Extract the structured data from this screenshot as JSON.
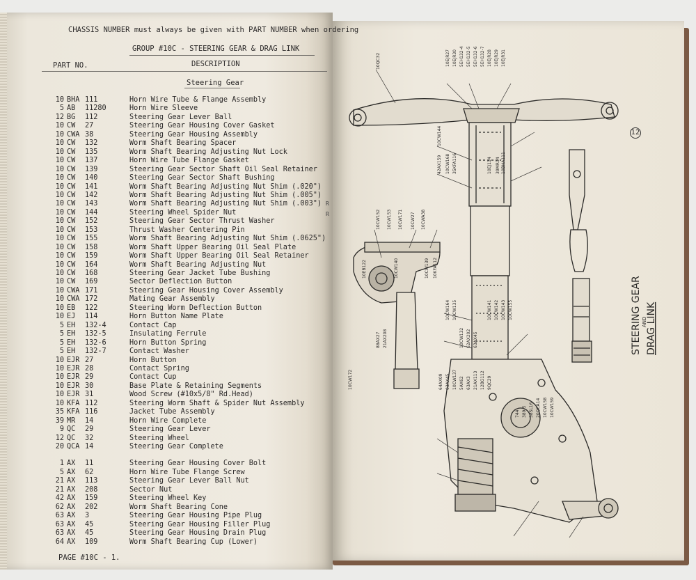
{
  "header_line1": "CHASSIS NUMBER must always be given with PART NUMBER when ordering",
  "header_line2": "GROUP #10C - STEERING GEAR & DRAG LINK",
  "col_part": "PART NO.",
  "col_desc": "DESCRIPTION",
  "section": "Steering Gear",
  "footer": "PAGE #10C - 1.",
  "rows": [
    {
      "group": "10",
      "prefix": "BHA",
      "num": "111",
      "desc": "Horn Wire Tube & Flange Assembly"
    },
    {
      "group": "5",
      "prefix": "AB",
      "num": "11280",
      "desc": "Horn Wire Sleeve"
    },
    {
      "group": "12",
      "prefix": "BG",
      "num": "112",
      "desc": "Steering Gear Lever Ball"
    },
    {
      "group": "10",
      "prefix": "CW",
      "num": "27",
      "desc": "Steering Gear Housing Cover Gasket"
    },
    {
      "group": "10",
      "prefix": "CWA",
      "num": "38",
      "desc": "Steering Gear Housing Assembly"
    },
    {
      "group": "10",
      "prefix": "CW",
      "num": "132",
      "desc": "Worm Shaft Bearing Spacer"
    },
    {
      "group": "10",
      "prefix": "CW",
      "num": "135",
      "desc": "Worm Shaft Bearing Adjusting Nut Lock"
    },
    {
      "group": "10",
      "prefix": "CW",
      "num": "137",
      "desc": "Horn Wire Tube Flange Gasket"
    },
    {
      "group": "10",
      "prefix": "CW",
      "num": "139",
      "desc": "Steering Gear Sector Shaft Oil Seal Retainer"
    },
    {
      "group": "10",
      "prefix": "CW",
      "num": "140",
      "desc": "Steering Gear Sector Shaft Bushing"
    },
    {
      "group": "10",
      "prefix": "CW",
      "num": "141",
      "desc": "Worm Shaft Bearing Adjusting Nut Shim (.020\")"
    },
    {
      "group": "10",
      "prefix": "CW",
      "num": "142",
      "desc": "Worm Shaft Bearing Adjusting Nut Shim (.005\")"
    },
    {
      "group": "10",
      "prefix": "CW",
      "num": "143",
      "desc": "Worm Shaft Bearing Adjusting Nut Shim (.003\")"
    },
    {
      "group": "10",
      "prefix": "CW",
      "num": "144",
      "desc": "Steering Wheel Spider Nut"
    },
    {
      "group": "10",
      "prefix": "CW",
      "num": "152",
      "desc": "Steering Gear Sector Thrust Washer"
    },
    {
      "group": "10",
      "prefix": "CW",
      "num": "153",
      "desc": "Thrust Washer Centering Pin"
    },
    {
      "group": "10",
      "prefix": "CW",
      "num": "155",
      "desc": "Worm Shaft Bearing Adjusting Nut Shim (.0625\")"
    },
    {
      "group": "10",
      "prefix": "CW",
      "num": "158",
      "desc": "Worm Shaft Upper Bearing Oil Seal Plate"
    },
    {
      "group": "10",
      "prefix": "CW",
      "num": "159",
      "desc": "Worm Shaft Upper Bearing Oil Seal Retainer"
    },
    {
      "group": "10",
      "prefix": "CW",
      "num": "164",
      "desc": "Worm Shaft Bearing Adjusting Nut"
    },
    {
      "group": "10",
      "prefix": "CW",
      "num": "168",
      "desc": "Steering Gear Jacket Tube Bushing"
    },
    {
      "group": "10",
      "prefix": "CW",
      "num": "169",
      "desc": "Sector Deflection Button"
    },
    {
      "group": "10",
      "prefix": "CWA",
      "num": "171",
      "desc": "Steering Gear Housing Cover Assembly"
    },
    {
      "group": "10",
      "prefix": "CWA",
      "num": "172",
      "desc": "Mating Gear Assembly"
    },
    {
      "group": "10",
      "prefix": "EB",
      "num": "122",
      "desc": "Steering Worm Deflection Button"
    },
    {
      "group": "10",
      "prefix": "EJ",
      "num": "114",
      "desc": "Horn Button Name Plate"
    },
    {
      "group": "5",
      "prefix": "EH",
      "num": "132-4",
      "desc": "Contact Cap"
    },
    {
      "group": "5",
      "prefix": "EH",
      "num": "132-5",
      "desc": "Insulating Ferrule"
    },
    {
      "group": "5",
      "prefix": "EH",
      "num": "132-6",
      "desc": "Horn Button Spring"
    },
    {
      "group": "5",
      "prefix": "EH",
      "num": "132-7",
      "desc": "Contact Washer"
    },
    {
      "group": "10",
      "prefix": "EJR",
      "num": "27",
      "desc": "Horn Button"
    },
    {
      "group": "10",
      "prefix": "EJR",
      "num": "28",
      "desc": "Contact Spring"
    },
    {
      "group": "10",
      "prefix": "EJR",
      "num": "29",
      "desc": "Contact Cup"
    },
    {
      "group": "10",
      "prefix": "EJR",
      "num": "30",
      "desc": "Base Plate & Retaining Segments"
    },
    {
      "group": "10",
      "prefix": "EJR",
      "num": "31",
      "desc": "Wood Screw (#10x5/8\" Rd.Head)"
    },
    {
      "group": "10",
      "prefix": "KFA",
      "num": "112",
      "desc": "Steering Worm Shaft & Spider Nut Assembly"
    },
    {
      "group": "35",
      "prefix": "KFA",
      "num": "116",
      "desc": "Jacket Tube Assembly"
    },
    {
      "group": "39",
      "prefix": "MR",
      "num": "14",
      "desc": "Horn Wire Complete"
    },
    {
      "group": "9",
      "prefix": "QC",
      "num": "29",
      "desc": "Steering Gear Lever"
    },
    {
      "group": "12",
      "prefix": "QC",
      "num": "32",
      "desc": "Steering Wheel"
    },
    {
      "group": "20",
      "prefix": "QCA",
      "num": "14",
      "desc": "Steering Gear Complete"
    },
    {
      "group": "1",
      "prefix": "AX",
      "num": "11",
      "desc": "Steering Gear Housing Cover Bolt"
    },
    {
      "group": "5",
      "prefix": "AX",
      "num": "62",
      "desc": "Horn Wire Tube Flange Screw"
    },
    {
      "group": "21",
      "prefix": "AX",
      "num": "113",
      "desc": "Steering Gear Lever Ball Nut"
    },
    {
      "group": "21",
      "prefix": "AX",
      "num": "208",
      "desc": "Sector Nut"
    },
    {
      "group": "42",
      "prefix": "AX",
      "num": "159",
      "desc": "Steering Wheel Key"
    },
    {
      "group": "62",
      "prefix": "AX",
      "num": "202",
      "desc": "Worm Shaft Bearing Cone"
    },
    {
      "group": "63",
      "prefix": "AX",
      "num": "3",
      "desc": "Steering Gear Housing Pipe Plug"
    },
    {
      "group": "63",
      "prefix": "AX",
      "num": "45",
      "desc": "Steering Gear Housing Filler Plug"
    },
    {
      "group": "63",
      "prefix": "AX",
      "num": "45",
      "desc": "Steering Gear Housing Drain Plug"
    },
    {
      "group": "64",
      "prefix": "AX",
      "num": "109",
      "desc": "Worm Shaft Bearing Cup (Lower)"
    }
  ],
  "drawing": {
    "title": "STEERING GEAR",
    "title_and": "AND",
    "title2": "DRAG LINK",
    "fig_no": "12",
    "callouts": [
      "10QC32",
      "10EJR27",
      "10EJR30",
      "5EH132-4",
      "5EH132-5",
      "5EH132-6",
      "5EH132-7",
      "10EJR28",
      "10EJR29",
      "10EJR31",
      "10CW144",
      "42AX159",
      "10CW168",
      "35KFA116",
      "10EJ114",
      "39MR14",
      "10BHA111",
      "10CW152",
      "10CW153",
      "10CW171",
      "10CW27",
      "10CWA38",
      "10EB122",
      "10CW140",
      "10CW139",
      "10KFA112",
      "10CW164",
      "10CW135",
      "10CW141",
      "10CW142",
      "10CW143",
      "10CW155",
      "10CW132",
      "62AX202",
      "63AX45",
      "88AX27",
      "21AX208",
      "10CW172",
      "64AX09",
      "63AX45",
      "10CW137",
      "5AX62",
      "63AX3",
      "21AX113",
      "12BG112",
      "9QC29",
      "744",
      "389-5",
      "38SL16",
      "20QCA14",
      "10CW158",
      "10CW159"
    ]
  }
}
